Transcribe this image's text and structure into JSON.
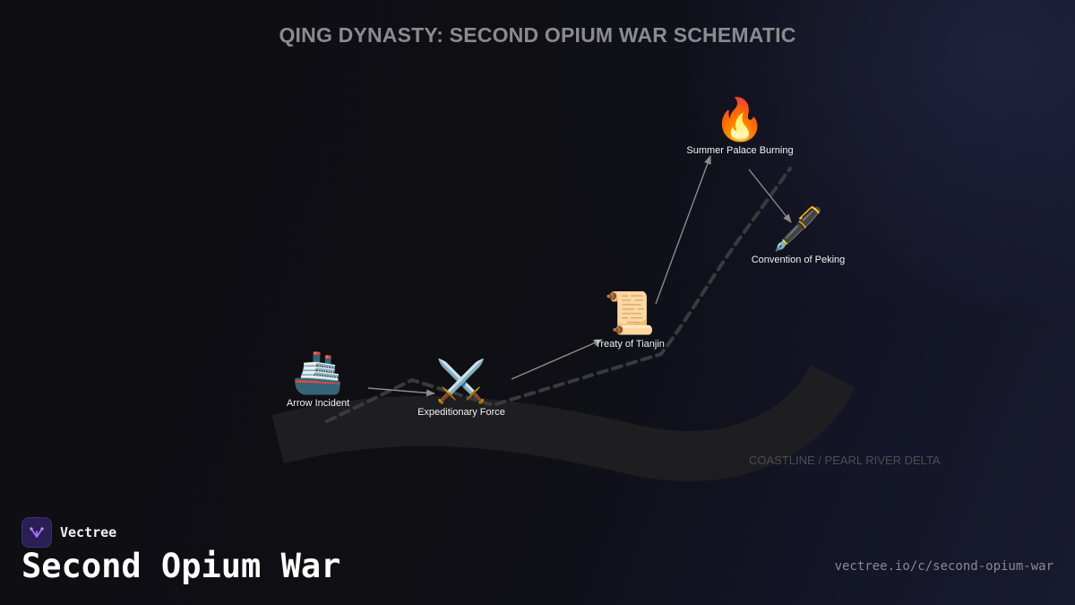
{
  "title": "QING DYNASTY: SECOND OPIUM WAR SCHEMATIC",
  "nodes": [
    {
      "id": "arrow-incident",
      "label": "Arrow Incident",
      "icon": "ship-icon",
      "glyph": "🚢"
    },
    {
      "id": "expeditionary-force",
      "label": "Expeditionary Force",
      "icon": "crossed-swords-icon",
      "glyph": "⚔️"
    },
    {
      "id": "treaty-of-tianjin",
      "label": "Treaty of Tianjin",
      "icon": "scroll-icon",
      "glyph": "📜"
    },
    {
      "id": "summer-palace-burning",
      "label": "Summer Palace Burning",
      "icon": "fire-icon",
      "glyph": "🔥"
    },
    {
      "id": "convention-of-peking",
      "label": "Convention of Peking",
      "icon": "fountain-pen-icon",
      "glyph": "🖋️"
    }
  ],
  "edges": [
    {
      "from": "arrow-incident",
      "to": "expeditionary-force"
    },
    {
      "from": "expeditionary-force",
      "to": "treaty-of-tianjin"
    },
    {
      "from": "treaty-of-tianjin",
      "to": "summer-palace-burning"
    },
    {
      "from": "summer-palace-burning",
      "to": "convention-of-peking"
    }
  ],
  "coastline_label": "COASTLINE / PEARL RIVER DELTA",
  "brand": {
    "name": "Vectree",
    "logo_icon": "vectree-logo-icon"
  },
  "footer": {
    "heading": "Second Opium War",
    "url": "vectree.io/c/second-opium-war"
  },
  "colors": {
    "background": "#0f0f14",
    "route": "#3a3a3e",
    "arrow": "#8c8c8c",
    "coast": "#1e1e20",
    "brand_logo": "#2a1f55"
  }
}
